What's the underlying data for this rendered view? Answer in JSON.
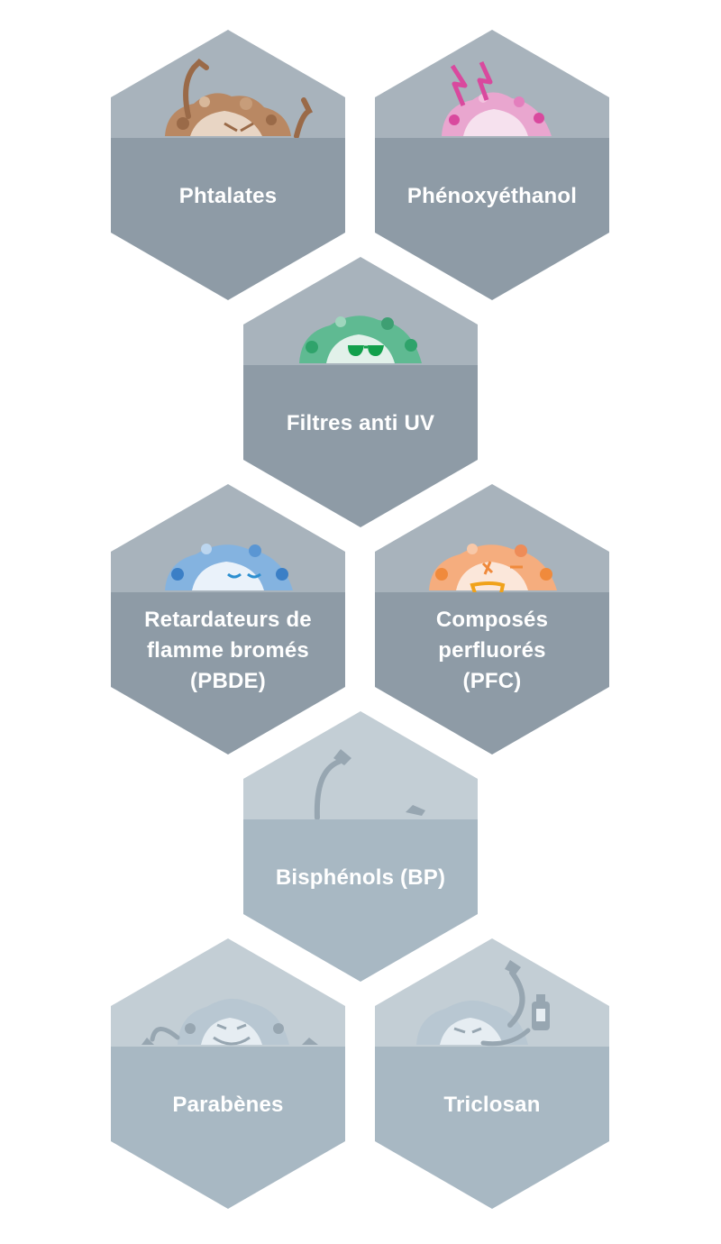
{
  "colors": {
    "active_top": "#a8b3bc",
    "active_bottom": "#8e9ba6",
    "muted_top": "#c3ced5",
    "muted_bottom": "#a8b8c3"
  },
  "cells": [
    {
      "name": "phtalates",
      "label": "Phtalates",
      "state": "active",
      "icon": "brown-creature-with-arms-icon",
      "accent": "#9a6a48"
    },
    {
      "name": "phenoxyethanol",
      "label": "Phénoxyéthanol",
      "state": "active",
      "icon": "pink-creature-with-lightning-antennae-icon",
      "accent": "#d9499e"
    },
    {
      "name": "filtres-anti-uv",
      "label": "Filtres anti UV",
      "state": "active",
      "icon": "green-creature-with-sunglasses-icon",
      "accent": "#2fa36b"
    },
    {
      "name": "retardateurs-de-flamme",
      "label": "Retardateurs de\nflamme bromés\n(PBDE)",
      "state": "active",
      "icon": "blue-sleepy-creature-icon",
      "accent": "#3b7fc6"
    },
    {
      "name": "composes-perfluores",
      "label": "Composés\nperfluorés\n(PFC)",
      "state": "active",
      "icon": "orange-creature-tongue-out-icon",
      "accent": "#f08a3c"
    },
    {
      "name": "bisphenols",
      "label": "Bisphénols (BP)",
      "state": "muted",
      "icon": "grey-hook-arm-icon",
      "accent": "#8e9ba6"
    },
    {
      "name": "parabenes",
      "label": "Parabènes",
      "state": "muted",
      "icon": "grey-grinning-creature-icon",
      "accent": "#8e9ba6"
    },
    {
      "name": "triclosan",
      "label": "Triclosan",
      "state": "muted",
      "icon": "grey-creature-with-spray-bottle-icon",
      "accent": "#8e9ba6"
    }
  ]
}
